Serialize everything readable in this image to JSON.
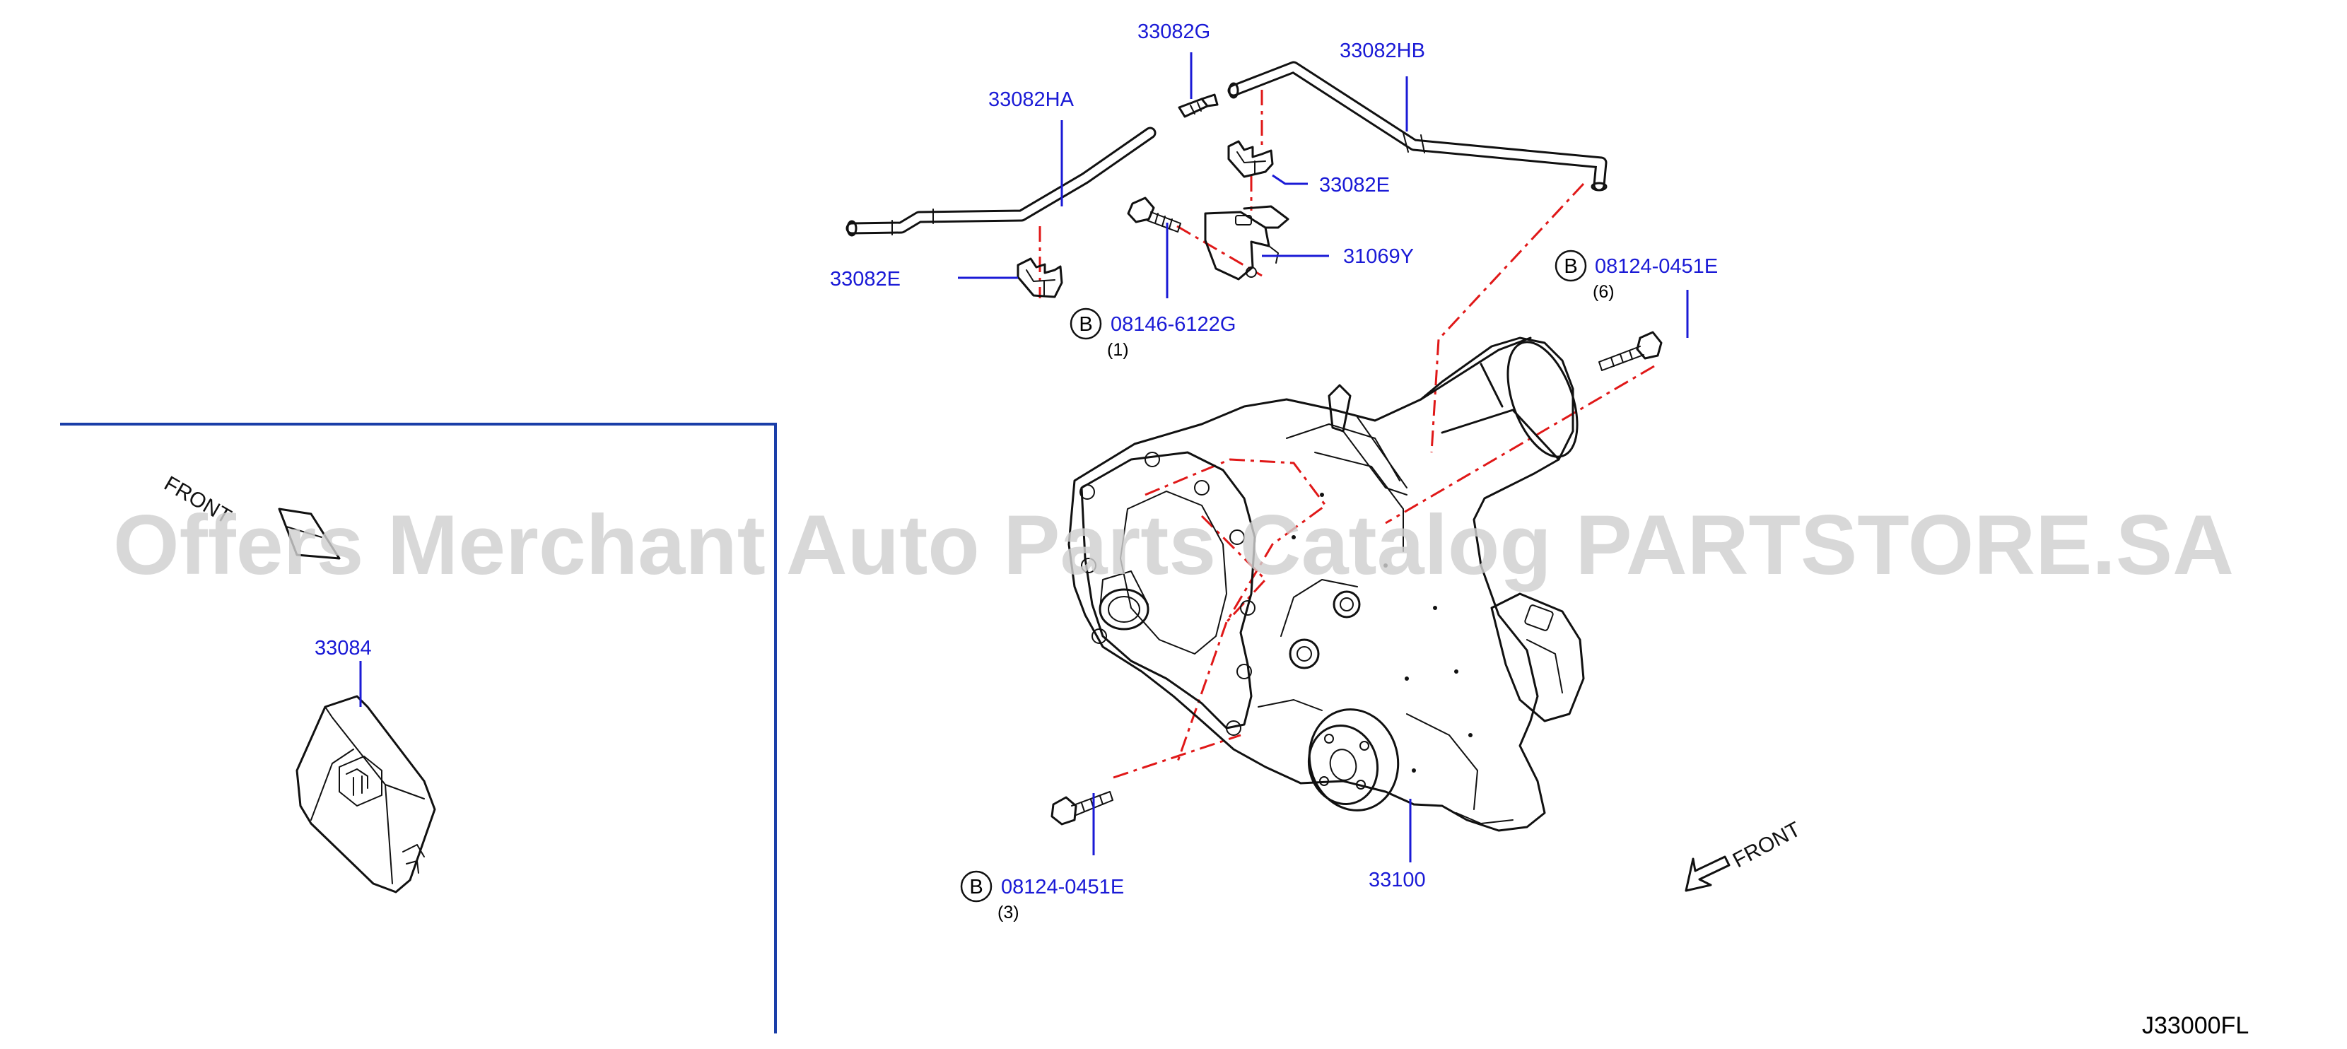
{
  "watermark": "Offers Merchant Auto Parts Catalog PARTSTORE.SA",
  "figure_code": "J33000FL",
  "front_labels": {
    "inset": "FRONT",
    "main": "FRONT"
  },
  "bolt_marker": "B",
  "parts": {
    "hose_a": "33082HA",
    "connector_g": "33082G",
    "hose_b": "33082HB",
    "clip_upper": "33082E",
    "clip_lower": "33082E",
    "bracket": "31069Y",
    "bolt_bracket": {
      "part": "08146-6122G",
      "qty": "(1)"
    },
    "bolt_upper": {
      "part": "08124-0451E",
      "qty": "(6)"
    },
    "bolt_lower": {
      "part": "08124-0451E",
      "qty": "(3)"
    },
    "control_unit": "33084",
    "transfer_assembly": "33100"
  },
  "colors": {
    "part_number": "#1a1ad6",
    "centerline": "#e01818",
    "frame": "#1a3ea8",
    "drawing": "#111111"
  }
}
